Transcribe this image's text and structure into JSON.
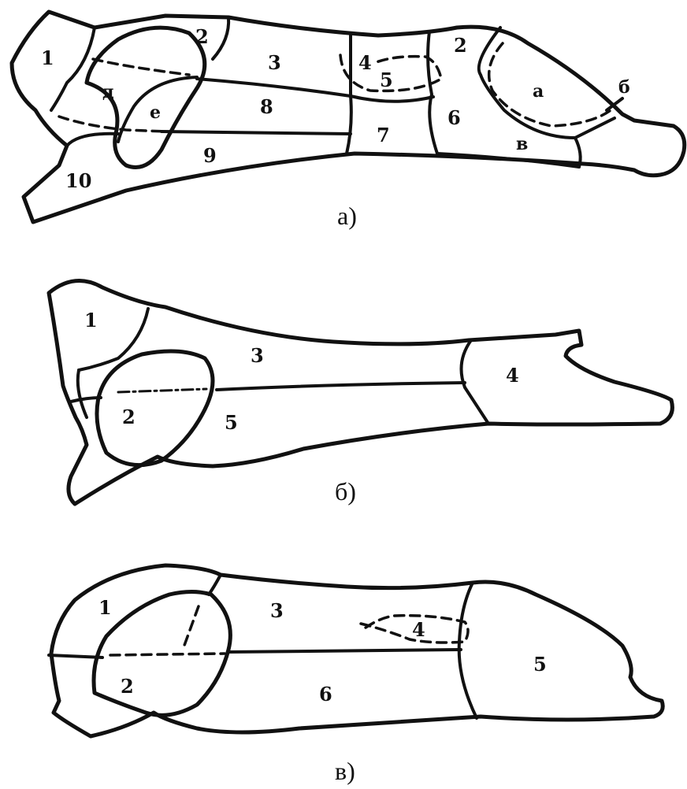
{
  "figures": [
    {
      "caption": "а)",
      "labels": [
        "1",
        "2",
        "3",
        "4",
        "5",
        "2",
        "а",
        "б",
        "д",
        "е",
        "8",
        "7",
        "6",
        "10",
        "9",
        "в"
      ]
    },
    {
      "caption": "б)",
      "labels": [
        "1",
        "3",
        "4",
        "2",
        "5"
      ]
    },
    {
      "caption": "в)",
      "labels": [
        "1",
        "3",
        "4",
        "5",
        "2",
        "6"
      ]
    }
  ]
}
